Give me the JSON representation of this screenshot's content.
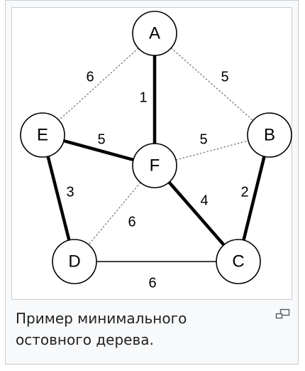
{
  "figure": {
    "caption": "Пример минимального остовного дерева.",
    "icons": {
      "magnify": "magnify-clip-icon"
    }
  },
  "graph": {
    "nodes": [
      {
        "id": "A",
        "label": "A"
      },
      {
        "id": "B",
        "label": "B"
      },
      {
        "id": "C",
        "label": "C"
      },
      {
        "id": "D",
        "label": "D"
      },
      {
        "id": "E",
        "label": "E"
      },
      {
        "id": "F",
        "label": "F"
      }
    ],
    "edges": [
      {
        "from": "A",
        "to": "F",
        "weight": "1",
        "in_tree": true
      },
      {
        "from": "A",
        "to": "E",
        "weight": "6",
        "in_tree": false
      },
      {
        "from": "A",
        "to": "B",
        "weight": "5",
        "in_tree": false
      },
      {
        "from": "E",
        "to": "F",
        "weight": "5",
        "in_tree": true
      },
      {
        "from": "F",
        "to": "B",
        "weight": "5",
        "in_tree": false
      },
      {
        "from": "E",
        "to": "D",
        "weight": "3",
        "in_tree": true
      },
      {
        "from": "F",
        "to": "D",
        "weight": "6",
        "in_tree": false
      },
      {
        "from": "F",
        "to": "C",
        "weight": "4",
        "in_tree": true
      },
      {
        "from": "B",
        "to": "C",
        "weight": "2",
        "in_tree": true
      },
      {
        "from": "D",
        "to": "C",
        "weight": "6",
        "in_tree": false
      }
    ],
    "colors": {
      "tree_edge": "#000000",
      "other_edge": "#7f7f7f",
      "plain_edge": "#000000"
    }
  }
}
